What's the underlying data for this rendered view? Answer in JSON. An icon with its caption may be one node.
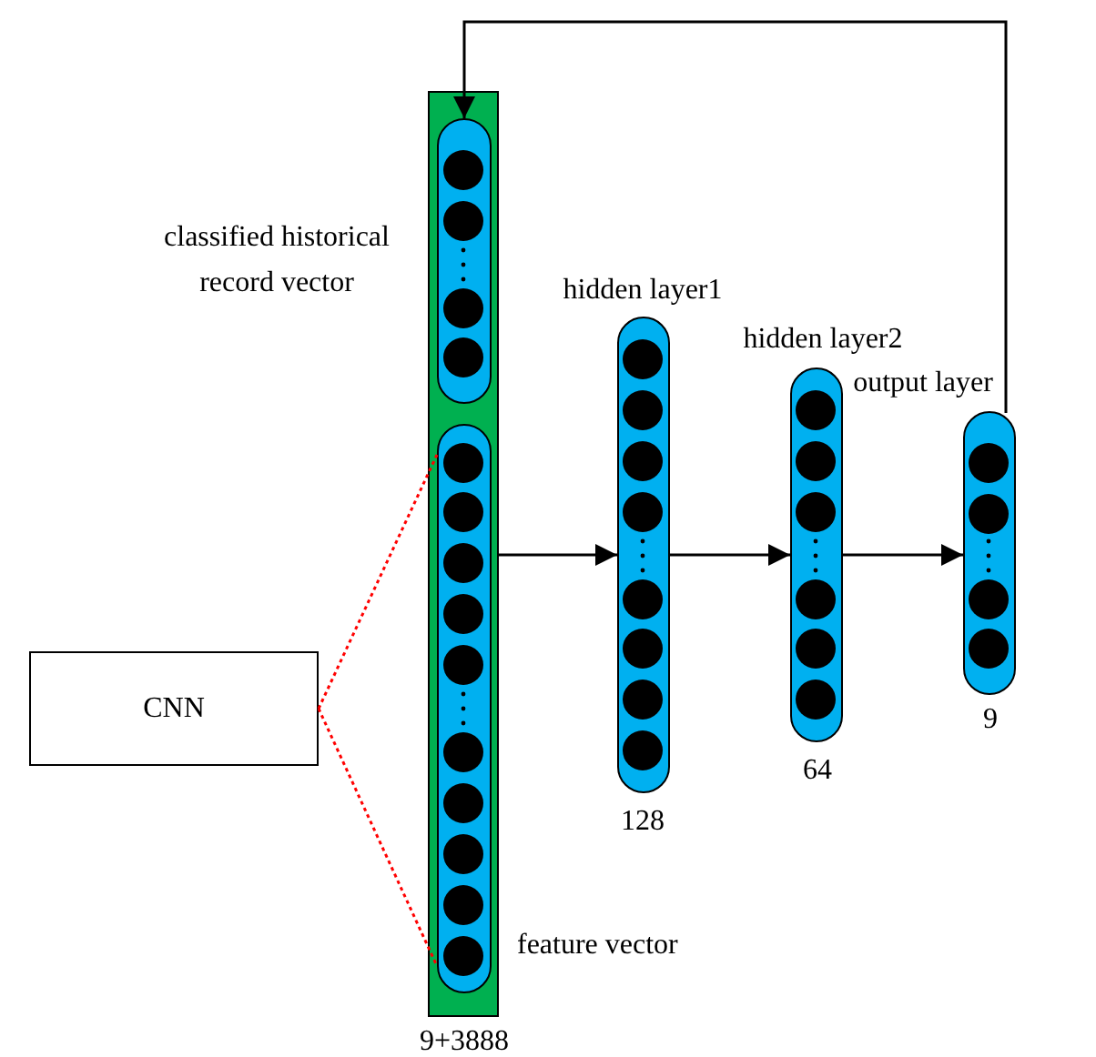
{
  "diagram": {
    "nodes": [
      {
        "text": [],
        "shape": "bar",
        "beside": [
          "9+3888"
        ]
      },
      {
        "text": [],
        "shape": "capsule",
        "in": 0,
        "beside": [
          "classified historical record vector"
        ]
      },
      {
        "text": [],
        "shape": "capsule",
        "in": 0,
        "beside": [
          "feature vector"
        ]
      },
      {
        "text": [
          "CNN"
        ]
      },
      {
        "text": [],
        "shape": "capsule",
        "beside": [
          "hidden layer1",
          "128"
        ]
      },
      {
        "text": [],
        "shape": "capsule",
        "beside": [
          "hidden layer2",
          "64"
        ]
      },
      {
        "text": [],
        "shape": "capsule",
        "beside": [
          "output layer",
          "9"
        ]
      }
    ],
    "edges": [
      {
        "from": 3,
        "to": 2,
        "arrow": "none",
        "style": "dashed",
        "color": "#ff0000"
      },
      {
        "from": 3,
        "to": 2,
        "arrow": "none",
        "style": "dashed",
        "color": "#ff0000"
      },
      {
        "from": 0,
        "to": 4,
        "arrow": "to"
      },
      {
        "from": 4,
        "to": 5,
        "arrow": "to"
      },
      {
        "from": 5,
        "to": 6,
        "arrow": "to"
      },
      {
        "from": 6,
        "to": 1,
        "arrow": "to"
      }
    ]
  }
}
